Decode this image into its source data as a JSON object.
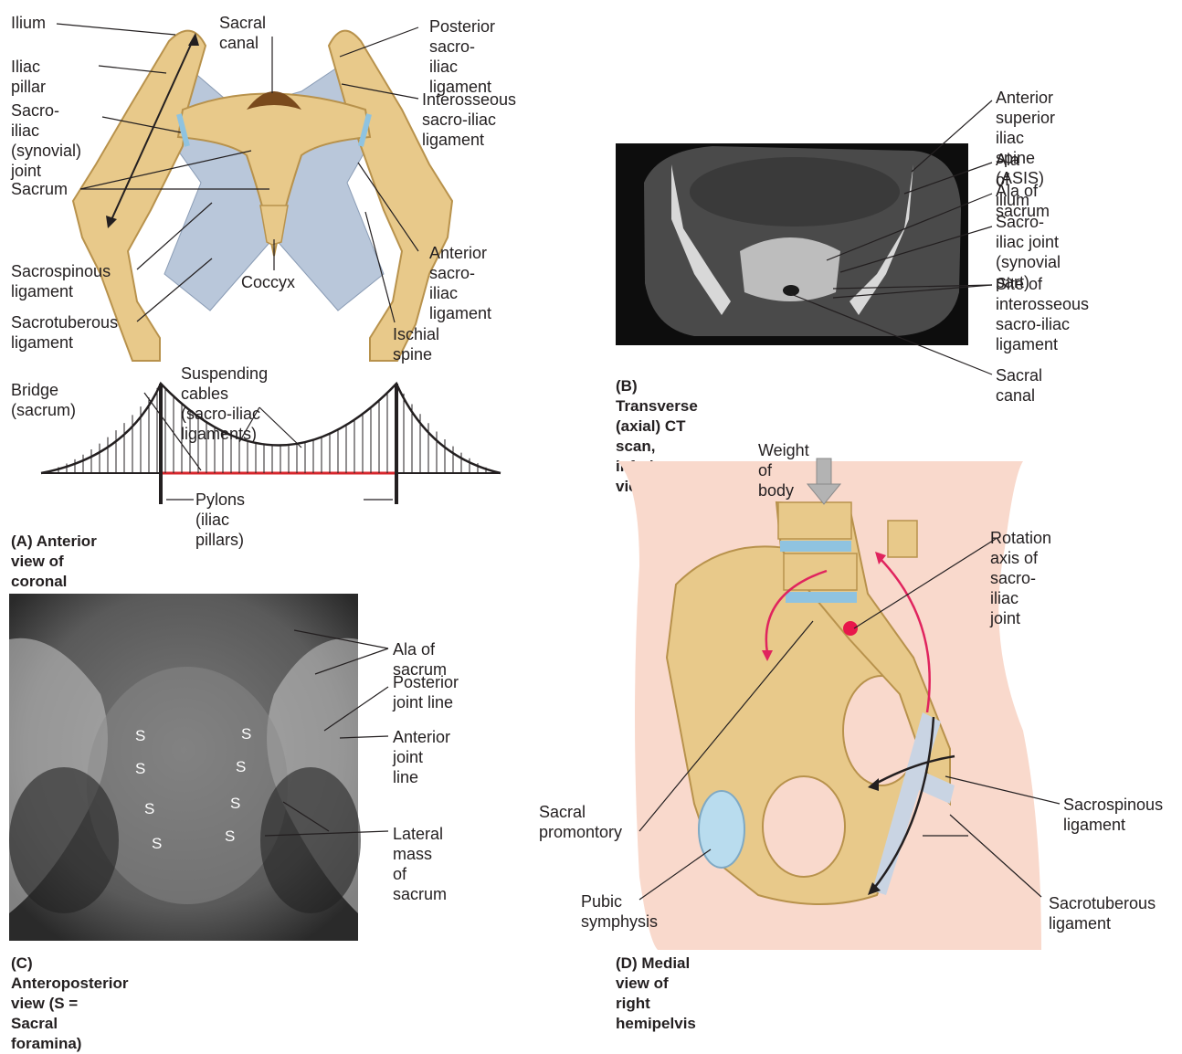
{
  "panelA": {
    "labels": {
      "ilium": "Ilium",
      "iliac_pillar": "Iliac pillar",
      "si_joint": "Sacro-iliac\n(synovial)\n joint",
      "sacrum": "Sacrum",
      "sacral_canal": "Sacral canal",
      "posterior_si_lig": "Posterior\nsacro-iliac\nligament",
      "interosseous_si_lig": "Interosseous\nsacro-iliac\nligament",
      "anterior_si_lig": "Anterior\nsacro-iliac\nligament",
      "sacrospinous": "Sacrospinous\nligament",
      "coccyx": "Coccyx",
      "sacrotuberous": "Sacrotuberous\nligament",
      "ischial_spine": "Ischial spine"
    },
    "bridge": {
      "bridge_sacrum": "Bridge (sacrum)",
      "cables": "Suspending cables\n(sacro-iliac ligaments)",
      "pylons": "Pylons (iliac pillars)"
    },
    "caption": "(A) Anterior view of coronal section of pelvic girdle with\n      ligaments and comparison to suspension bridge"
  },
  "panelB": {
    "labels": {
      "asis": "Anterior superior\niliac spine (ASIS)",
      "ala_ilium": "Ala of ilium",
      "ala_sacrum": "Ala of sacrum",
      "si_joint": "Sacro-iliac joint\n(synovial part)",
      "interosseous_site": "Site of\ninterosseous\nsacro-iliac\nligament",
      "sacral_canal": "Sacral canal"
    },
    "caption": "(B) Transverse (axial) CT scan,\n      inferior view"
  },
  "panelC": {
    "labels": {
      "ala_sacrum": "Ala of sacrum",
      "posterior_joint": "Posterior\njoint line",
      "anterior_joint": "Anterior joint\nline",
      "lateral_mass": "Lateral mass\nof sacrum"
    },
    "foramen_mark": "S",
    "caption": "(C) Anteroposterior view (S = Sacral foramina)"
  },
  "panelD": {
    "labels": {
      "weight": "Weight of body",
      "rotation_axis": "Rotation axis of\nsacro-iliac joint",
      "sacral_promontory": "Sacral\npromontory",
      "pubic_symphysis": "Pubic\nsymphysis",
      "sacrospinous": "Sacrospinous\nligament",
      "sacrotuberous": "Sacrotuberous\nligament"
    },
    "caption": "(D) Medial view of right hemipelvis"
  },
  "colors": {
    "bone": "#e8c98a",
    "bone_dark": "#c9a15a",
    "ligament": "#b9c7da",
    "joint_blue": "#8fc3e0",
    "bridge_deck": "#d7262c",
    "arrow_red": "#e0245e",
    "skin": "#f9d9cc"
  }
}
